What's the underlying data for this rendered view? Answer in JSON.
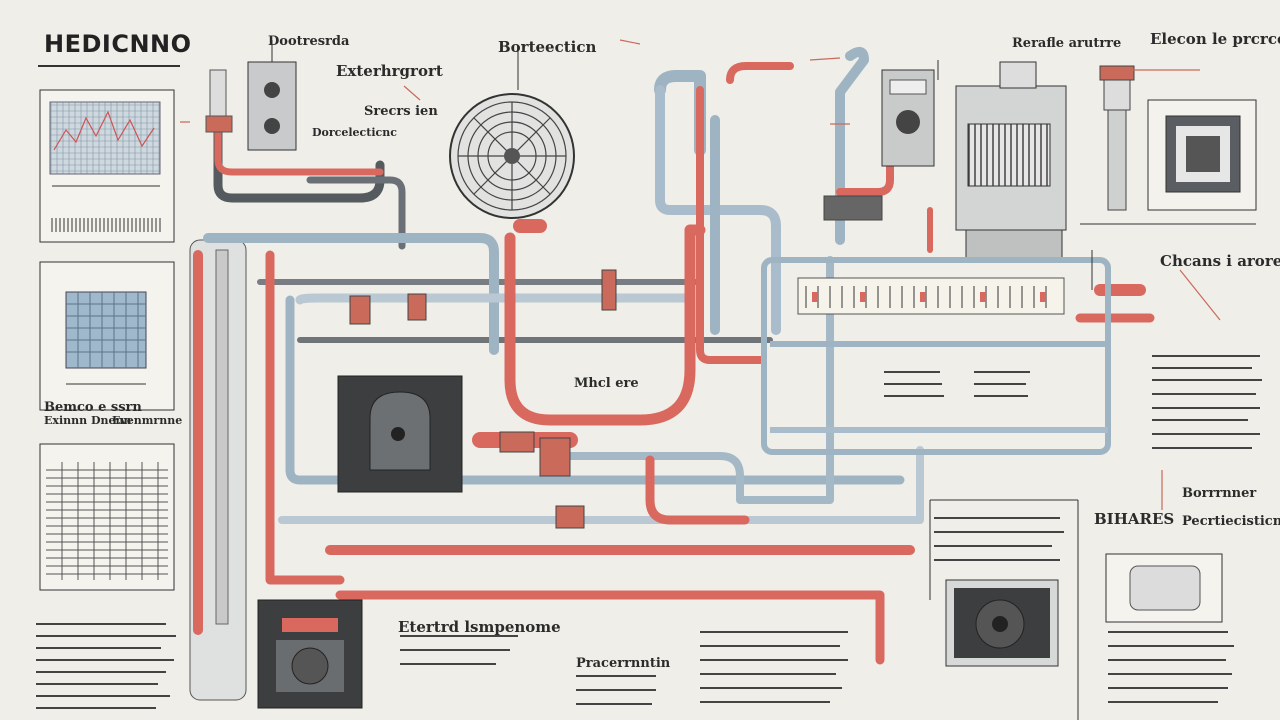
{
  "title": "HEDICNNO",
  "labels": {
    "top_left_tag": "Dootresrda",
    "top_center_left": "Exterhrgrort",
    "top_center": "Borteecticn",
    "top_right_mid": "Rerafle arutrre",
    "top_right": "Elecon le prcrce",
    "mid_small_1": "Srecrs ien",
    "mid_small_2": "Dorcelecticnc",
    "right_mid": "Chcans i arore",
    "center_mid": "Mhcl ere",
    "bottom_center": "Etertrd lsmpenome",
    "bottom_tag": "Pracerrnntin",
    "right_bottom_a": "Borrrnner",
    "right_bottom_b": "Pecrtiecisticn",
    "left_block_label": "Bemco e ssrn",
    "left_block_label2": "Exinnn Dnenn",
    "left_block_label3": "Evenmrnne",
    "biharee": "BIHARES"
  },
  "colors": {
    "hot_pipe": "#d9695f",
    "cold_pipe": "#9fb4c3",
    "dark_pipe": "#555a5e",
    "ink": "#2b2b2b",
    "paper": "#efeee8"
  },
  "icons": [
    "fan-icon",
    "boiler-icon",
    "pump-icon",
    "valve-icon",
    "thermostat-icon",
    "meter-icon"
  ]
}
